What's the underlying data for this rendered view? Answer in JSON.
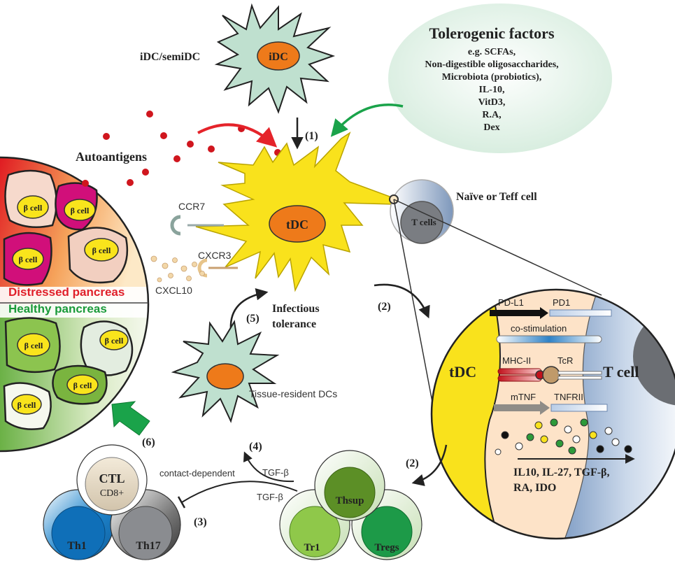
{
  "tolerogenic": {
    "title": "Tolerogenic factors",
    "lines": [
      "e.g. SCFAs,",
      "Non-digestible oligosaccharides,",
      "Microbiota (probiotics),",
      "IL-10,",
      "VitD3,",
      "R.A,",
      "Dex"
    ]
  },
  "labels": {
    "idc_semidc": "iDC/semiDC",
    "idc": "iDC",
    "tdc": "tDC",
    "autoantigens": "Autoantigens",
    "ccr7": "CCR7",
    "cxcr3": "CXCR3",
    "cxcl10": "CXCL10",
    "naive_teff": "Naïve or Teff cell",
    "t_cells": "T cells",
    "distressed": "Distressed pancreas",
    "healthy": "Healthy pancreas",
    "beta_cell": "β cell",
    "infectious_1": "Infectious",
    "infectious_2": "tolerance",
    "tissue_resident": "Tissue-resident DCs",
    "contact_dependent": "contact-dependent",
    "tgf_beta": "TGF-β",
    "ctl": "CTL",
    "cd8": "CD8+",
    "th1": "Th1",
    "th17": "Th17",
    "thsup": "Thsup",
    "tr1": "Tr1",
    "tregs": "Tregs"
  },
  "steps": {
    "s1": "(1)",
    "s2a": "(2)",
    "s2b": "(2)",
    "s3": "(3)",
    "s4": "(4)",
    "s5": "(5)",
    "s6": "(6)"
  },
  "synapse": {
    "tdc": "tDC",
    "tcell": "T cell",
    "pdl1": "PD-L1",
    "pd1": "PD1",
    "costim": "co-stimulation",
    "mhc": "MHC-II",
    "tcr": "TcR",
    "mtnf": "mTNF",
    "tnfr": "TNFRII",
    "cytokines_1": "IL10, IL-27, TGF-β,",
    "cytokines_2": "RA, IDO"
  },
  "colors": {
    "distressed_text": "#e0202a",
    "healthy_text": "#1a9a3a",
    "tdc_yellow": "#f9e21c",
    "dc_nucleus": "#ee7a1a",
    "idc_body": "#bfe0cf",
    "red_arrow": "#e5232a",
    "green_arrow": "#1aa34a"
  }
}
